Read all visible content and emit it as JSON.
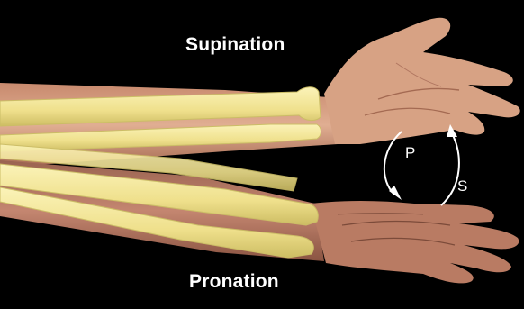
{
  "labels": {
    "supination": "Supination",
    "pronation": "Pronation",
    "pronation_arrow": "P",
    "supination_arrow": "S"
  },
  "colors": {
    "background": "#000000",
    "skin_light": "#d9a382",
    "skin_mid": "#c7876a",
    "skin_shadow": "#8e5a45",
    "bone": "#f2e79a",
    "bone_edge": "#cbbd66",
    "text": "#ffffff"
  }
}
